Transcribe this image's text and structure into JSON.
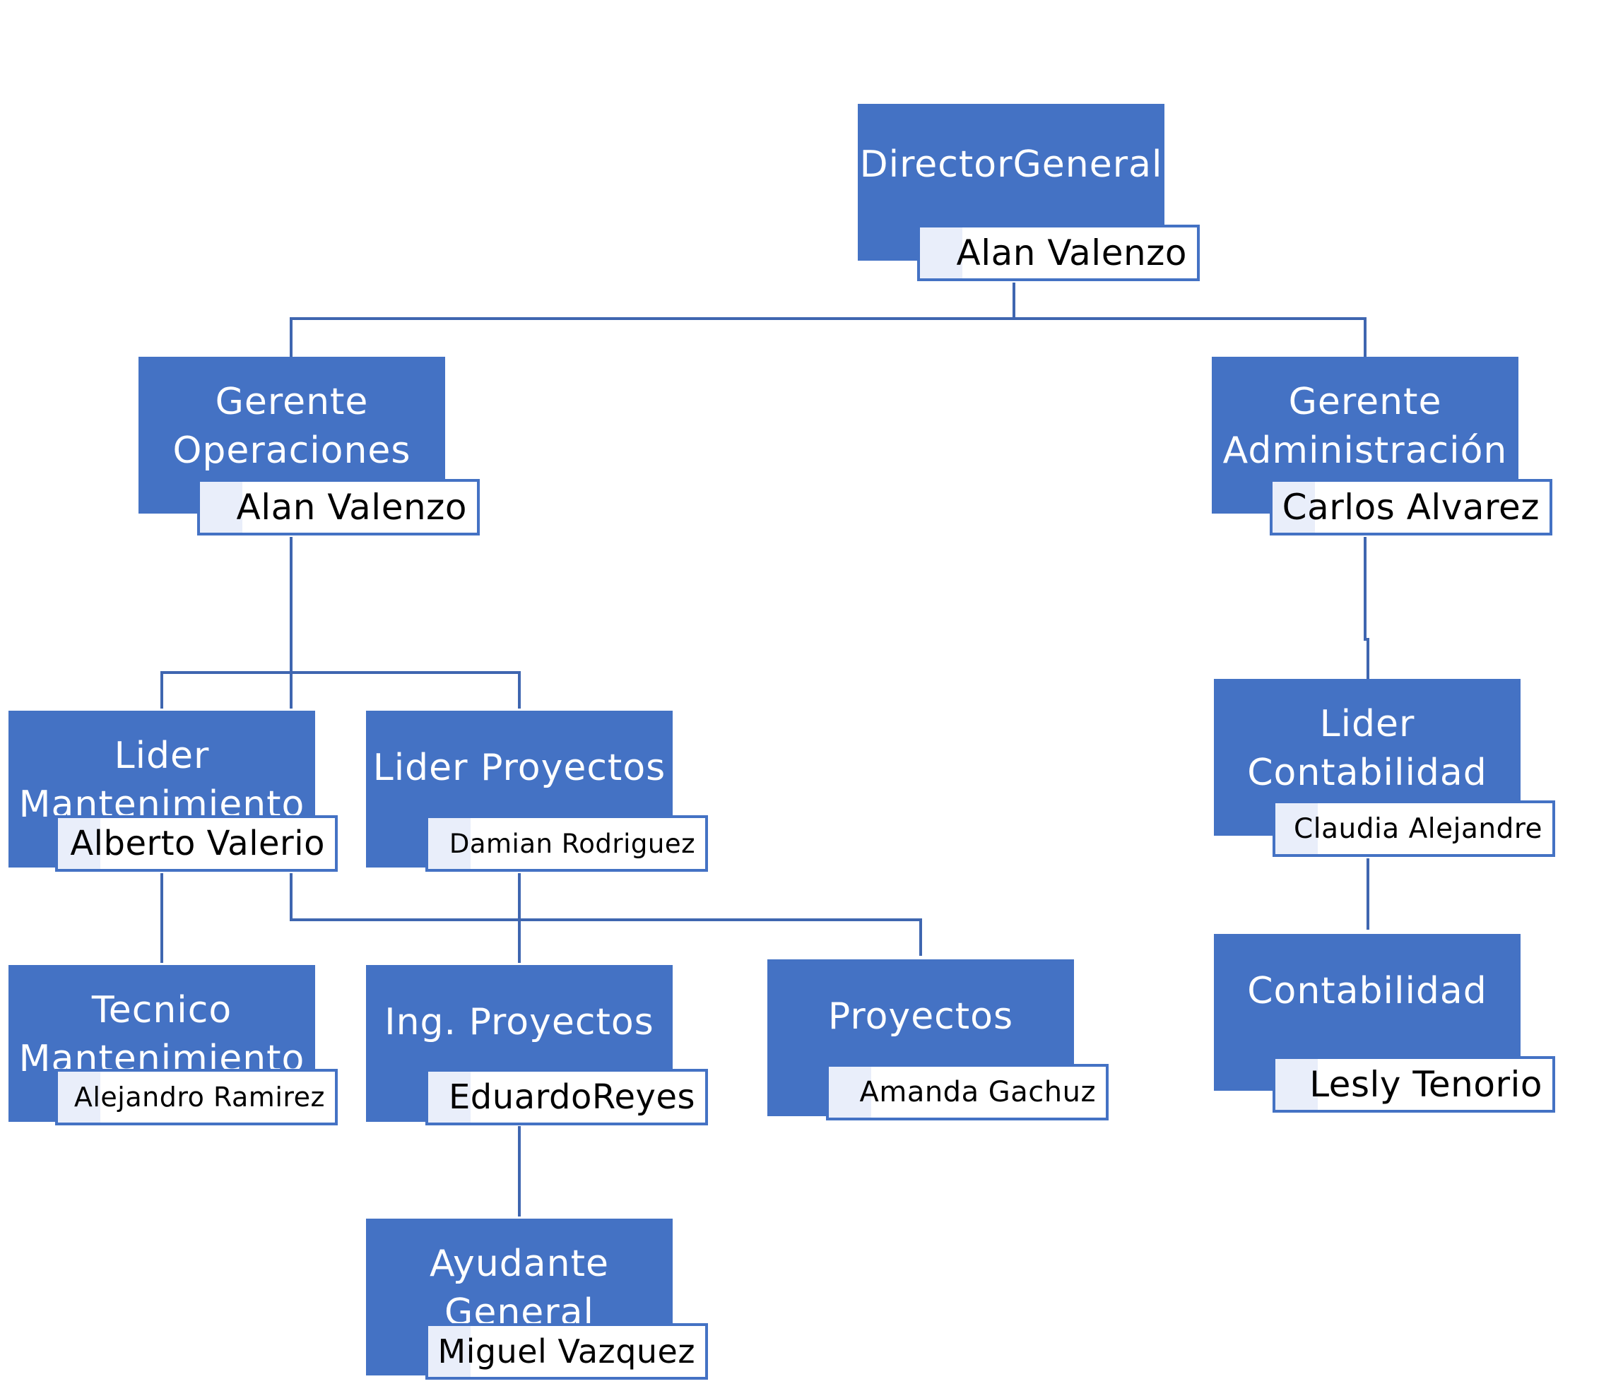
{
  "nodes": {
    "director": {
      "role": "DirectorGeneral",
      "name": "Alan Valenzo"
    },
    "operaciones": {
      "role": "Gerente Operaciones",
      "name": "Alan Valenzo"
    },
    "administracion": {
      "role": "Gerente Administración",
      "name": "Carlos Alvarez"
    },
    "mantenimiento": {
      "role": "Lider Mantenimiento",
      "name": "Alberto Valerio"
    },
    "proyectos_lead": {
      "role": "Lider Proyectos",
      "name": "Damian Rodriguez"
    },
    "contabilidad_lead": {
      "role": "Lider Contabilidad",
      "name": "Claudia Alejandre"
    },
    "tecnico": {
      "role": "Tecnico Mantenimiento",
      "name": "Alejandro Ramirez"
    },
    "ing_proyectos": {
      "role": "Ing. Proyectos",
      "name": "EduardoReyes"
    },
    "proyectos": {
      "role": "Proyectos",
      "name": "Amanda Gachuz"
    },
    "contabilidad": {
      "role": "Contabilidad",
      "name": "Lesly Tenorio"
    },
    "ayudante": {
      "role": "Ayudante General",
      "name": "Miguel Vazquez"
    }
  },
  "colors": {
    "box_fill": "#4472c4",
    "line": "#3f66b0",
    "name_bg": "#ffffff",
    "name_tint": "#e9eefa"
  }
}
